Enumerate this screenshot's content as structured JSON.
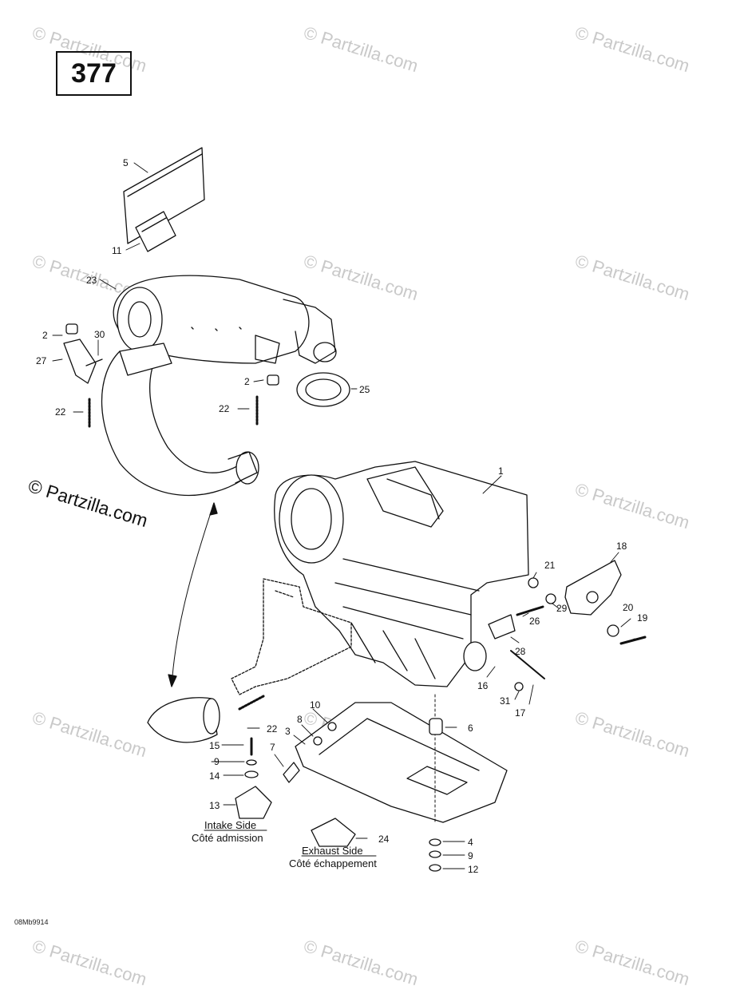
{
  "page_number": "377",
  "watermark_text": "© Partzilla.com",
  "main_watermark_text": "© Partzilla.com",
  "drawing_code": "08Mb9914",
  "intake_side": {
    "en": "Intake Side",
    "fr": "Côté admission"
  },
  "exhaust_side": {
    "en": "Exhaust Side",
    "fr": "Côté échappement"
  },
  "callouts": [
    "1",
    "2",
    "2",
    "3",
    "4",
    "5",
    "6",
    "7",
    "8",
    "9",
    "9",
    "10",
    "11",
    "12",
    "13",
    "14",
    "15",
    "16",
    "17",
    "18",
    "19",
    "20",
    "21",
    "22",
    "22",
    "22",
    "23",
    "24",
    "25",
    "26",
    "27",
    "28",
    "29",
    "30",
    "31"
  ],
  "colors": {
    "line": "#111111",
    "watermark": "#c9c9c9",
    "background": "#ffffff"
  }
}
